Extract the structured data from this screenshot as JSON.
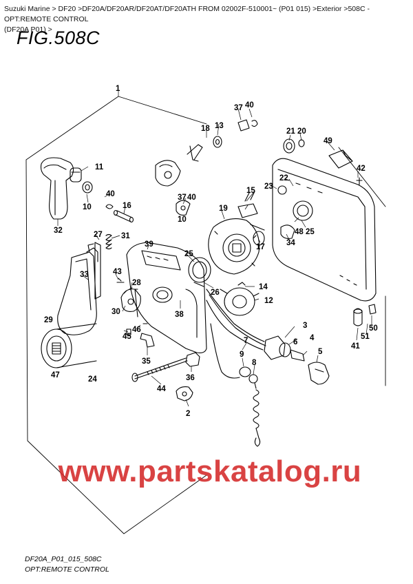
{
  "breadcrumb": {
    "line1": "Suzuki Marine > DF20 >DF20A/DF20AR/DF20AT/DF20ATH FROM 02002F-510001~ (P01 015) >Exterior >508C - OPT:REMOTE CONTROL",
    "line2": "(DF20A P01) >"
  },
  "figure": {
    "title": "FIG.508C",
    "code": "DF20A_P01_015_508C",
    "name": "OPT:REMOTE CONTROL"
  },
  "watermark": "www.partskatalog.ru",
  "callouts": [
    {
      "id": "c1",
      "label": "1"
    },
    {
      "id": "c2",
      "label": "2"
    },
    {
      "id": "c3",
      "label": "3"
    },
    {
      "id": "c4",
      "label": "4"
    },
    {
      "id": "c5",
      "label": "5"
    },
    {
      "id": "c6",
      "label": "6"
    },
    {
      "id": "c7",
      "label": "7"
    },
    {
      "id": "c8",
      "label": "8"
    },
    {
      "id": "c9",
      "label": "9"
    },
    {
      "id": "c10",
      "label": "10"
    },
    {
      "id": "c10b",
      "label": "10"
    },
    {
      "id": "c11",
      "label": "11"
    },
    {
      "id": "c12",
      "label": "12"
    },
    {
      "id": "c13",
      "label": "13"
    },
    {
      "id": "c14",
      "label": "14"
    },
    {
      "id": "c15",
      "label": "15"
    },
    {
      "id": "c16",
      "label": "16"
    },
    {
      "id": "c17",
      "label": "17"
    },
    {
      "id": "c18",
      "label": "18"
    },
    {
      "id": "c19",
      "label": "19"
    },
    {
      "id": "c20",
      "label": "20"
    },
    {
      "id": "c21",
      "label": "21"
    },
    {
      "id": "c22",
      "label": "22"
    },
    {
      "id": "c23",
      "label": "23"
    },
    {
      "id": "c24",
      "label": "24"
    },
    {
      "id": "c25a",
      "label": "25"
    },
    {
      "id": "c25b",
      "label": "25"
    },
    {
      "id": "c26",
      "label": "26"
    },
    {
      "id": "c27",
      "label": "27"
    },
    {
      "id": "c28",
      "label": "28"
    },
    {
      "id": "c29",
      "label": "29"
    },
    {
      "id": "c30",
      "label": "30"
    },
    {
      "id": "c31",
      "label": "31"
    },
    {
      "id": "c32",
      "label": "32"
    },
    {
      "id": "c33",
      "label": "33"
    },
    {
      "id": "c34",
      "label": "34"
    },
    {
      "id": "c35",
      "label": "35"
    },
    {
      "id": "c36",
      "label": "36"
    },
    {
      "id": "c37a",
      "label": "37"
    },
    {
      "id": "c37b",
      "label": "37"
    },
    {
      "id": "c38",
      "label": "38"
    },
    {
      "id": "c39",
      "label": "39"
    },
    {
      "id": "c40a",
      "label": "40"
    },
    {
      "id": "c40b",
      "label": "40"
    },
    {
      "id": "c40c",
      "label": "40"
    },
    {
      "id": "c41",
      "label": "41"
    },
    {
      "id": "c42",
      "label": "42"
    },
    {
      "id": "c43",
      "label": "43"
    },
    {
      "id": "c44",
      "label": "44"
    },
    {
      "id": "c45",
      "label": "45"
    },
    {
      "id": "c46",
      "label": "46"
    },
    {
      "id": "c47",
      "label": "47"
    },
    {
      "id": "c48",
      "label": "48"
    },
    {
      "id": "c49",
      "label": "49"
    },
    {
      "id": "c50",
      "label": "50"
    },
    {
      "id": "c51",
      "label": "51"
    }
  ]
}
